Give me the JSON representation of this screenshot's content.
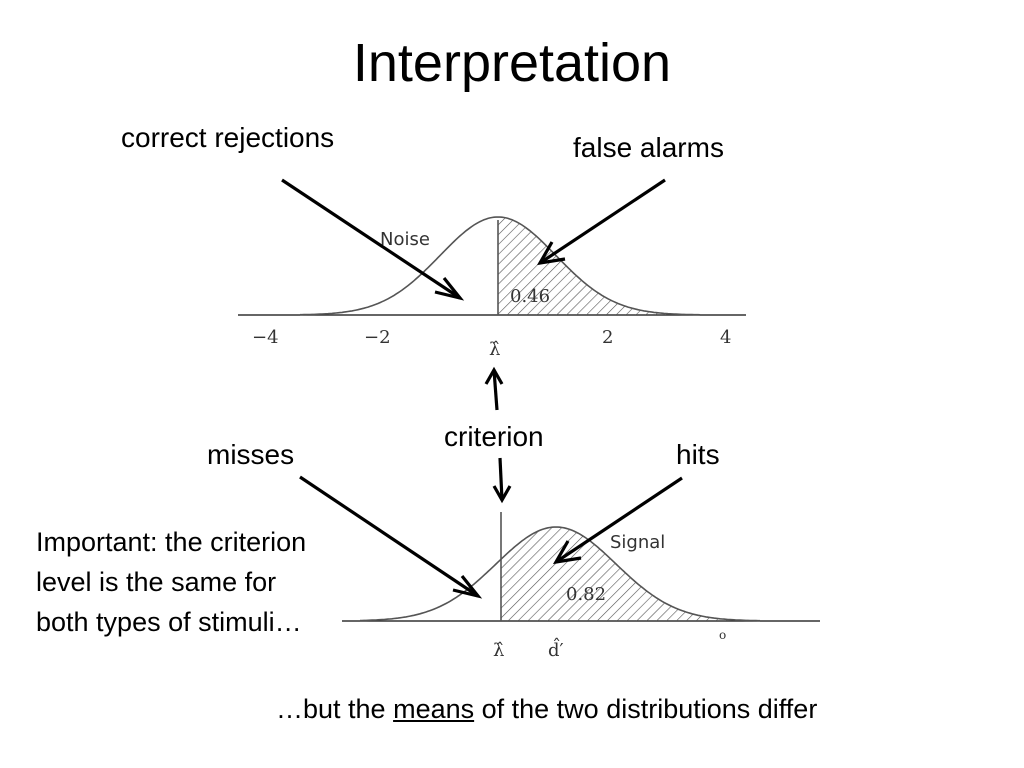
{
  "title": "Interpretation",
  "labels": {
    "correct_rejections": "correct rejections",
    "false_alarms": "false alarms",
    "criterion": "criterion",
    "misses": "misses",
    "hits": "hits"
  },
  "note": "Important: the criterion level is the same for both types of stimuli…",
  "footer": {
    "prefix": "…but the ",
    "emphasis": "means",
    "suffix": " of the two distributions differ"
  },
  "noise_plot": {
    "name": "Noise",
    "area_label": "0.46",
    "criterion_symbol": "λ̂",
    "ticks": [
      "−4",
      "−2",
      "2",
      "4"
    ]
  },
  "signal_plot": {
    "name": "Signal",
    "area_label": "0.82",
    "criterion_symbol": "λ̂",
    "mean_symbol": "d̂′",
    "right_tick": "o"
  }
}
